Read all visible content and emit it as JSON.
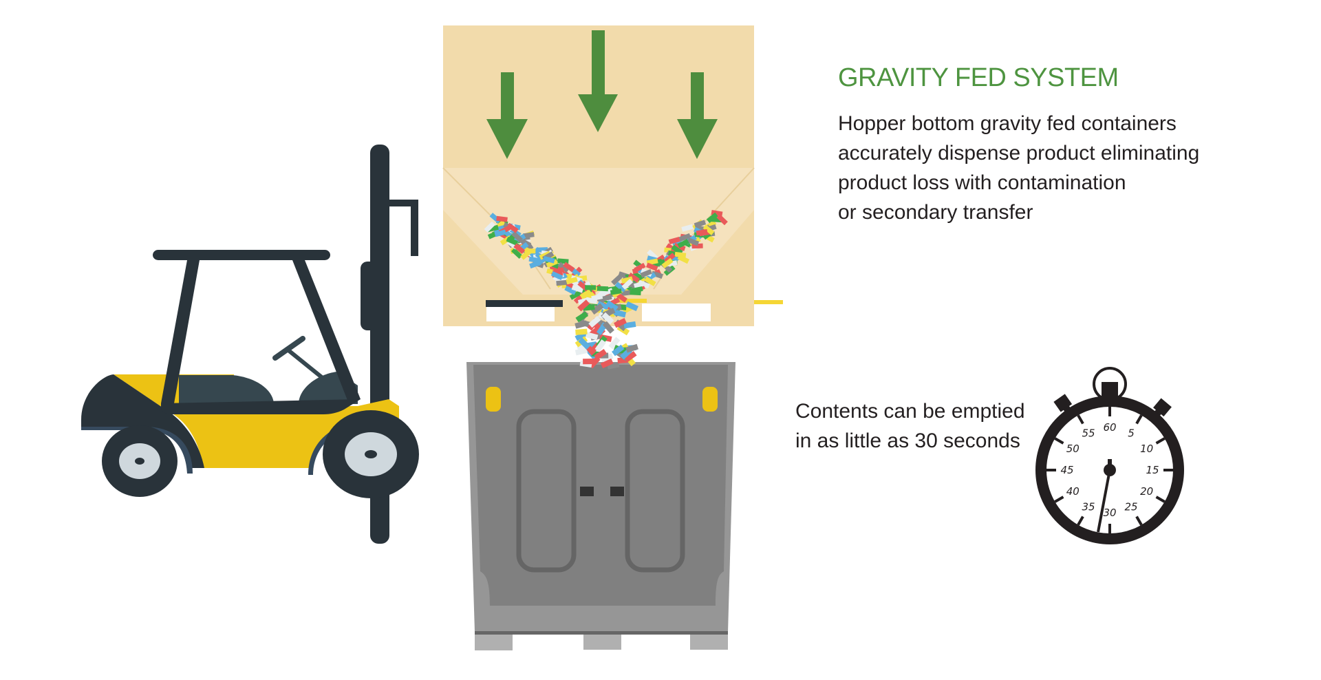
{
  "heading": {
    "title": "GRAVITY FED SYSTEM",
    "title_color": "#4e9440",
    "description_lines": [
      "Hopper bottom gravity fed containers",
      "accurately dispense product eliminating",
      "product loss with contamination",
      "or secondary transfer"
    ]
  },
  "stopwatch_note": {
    "lines": [
      "Contents can be emptied",
      "in as little as 30 seconds"
    ]
  },
  "stopwatch": {
    "tick_labels": [
      "60",
      "5",
      "10",
      "15",
      "20",
      "25",
      "30",
      "35",
      "40",
      "45",
      "50",
      "55"
    ],
    "hand_position_seconds": 30
  },
  "illustration": {
    "forklift_color": "#ecc214",
    "forklift_dark": "#29333a",
    "hopper_color": "#f2dbab",
    "arrow_color": "#4e8d3e",
    "bin_color": "#808080",
    "arrows": [
      "down-arrow",
      "down-arrow",
      "down-arrow"
    ]
  }
}
